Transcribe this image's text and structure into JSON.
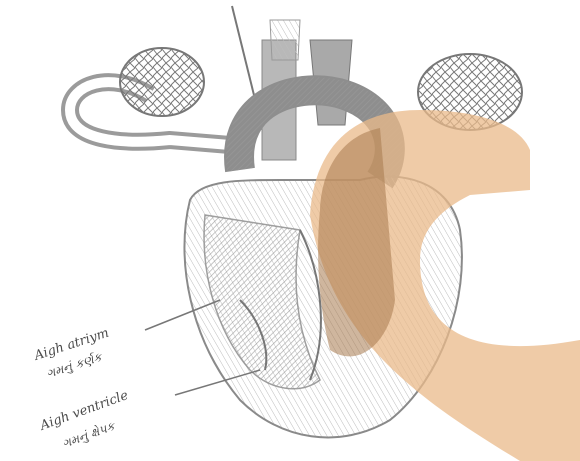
{
  "diagram": {
    "labels": [
      {
        "text": "Aigh atriym"
      },
      {
        "text": "ગમનું કર્ણક"
      },
      {
        "text": "Aigh ventricle"
      },
      {
        "text": "ગમનું ક્ષેપક"
      }
    ],
    "colors": {
      "sketch_gray": "#8c8c8c",
      "sketch_light": "#c9c9c9",
      "ochre_overlay": "#e9b98a",
      "ochre_shadow": "#a77a4f",
      "background": "#ffffff"
    }
  }
}
